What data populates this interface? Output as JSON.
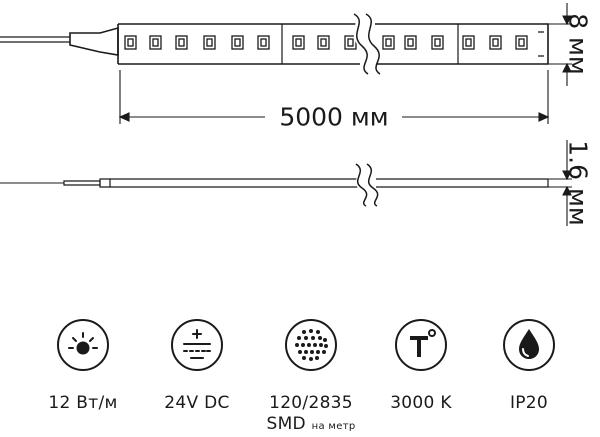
{
  "strip": {
    "length_label": "5000 мм",
    "width_label": "8 мм",
    "thickness_label": "1.6 мм"
  },
  "specs": [
    {
      "icon": "brightness-icon",
      "label": "12 Вт/м"
    },
    {
      "icon": "dc-power-icon",
      "label": "24V DC"
    },
    {
      "icon": "led-dots-icon",
      "label": "120/2835",
      "sub_main": "SMD",
      "sub_small": "на метр"
    },
    {
      "icon": "temperature-icon",
      "label": "3000 K"
    },
    {
      "icon": "water-drop-icon",
      "label": "IP20"
    }
  ],
  "colors": {
    "line": "#1a1a1a",
    "background": "#ffffff"
  }
}
